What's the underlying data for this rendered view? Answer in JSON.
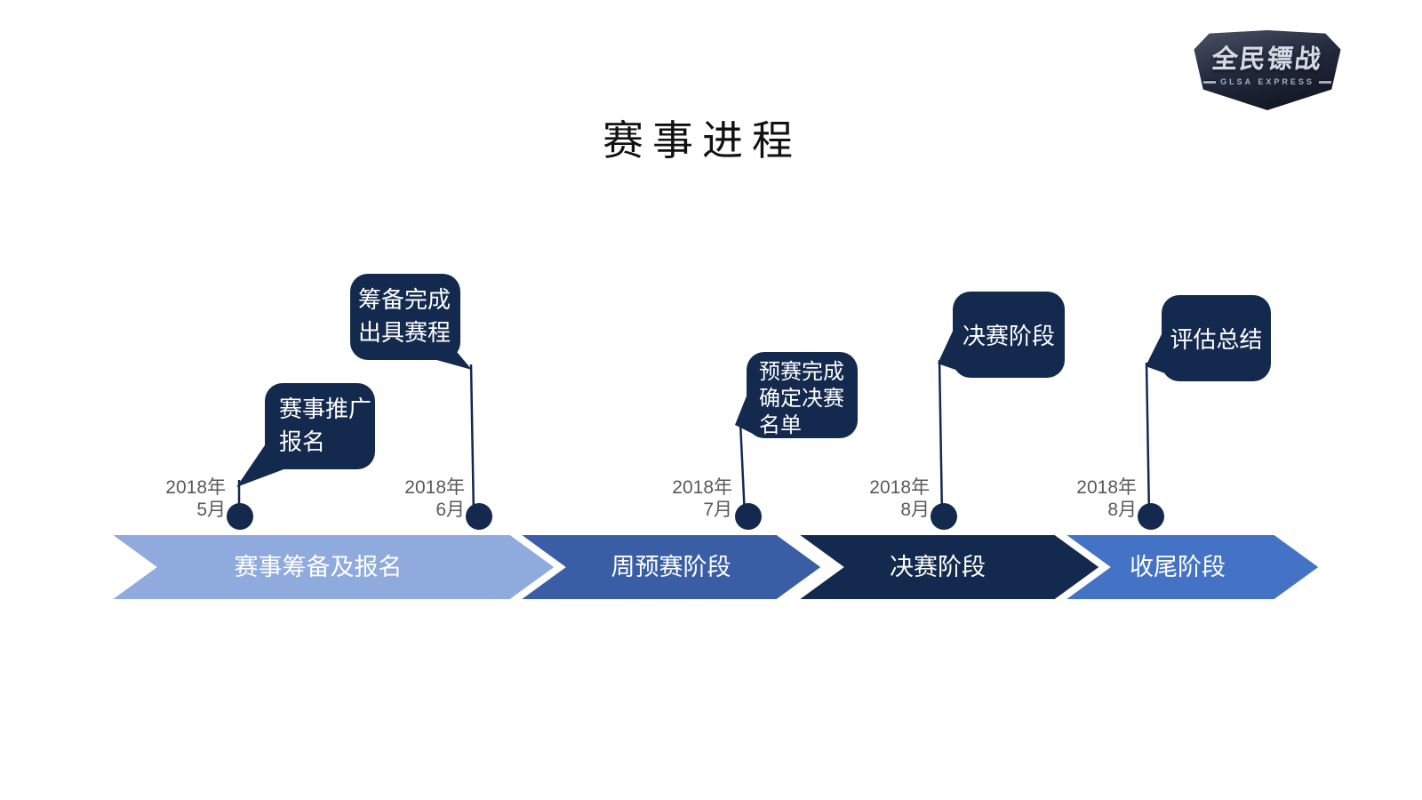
{
  "title": "赛事进程",
  "logo": {
    "main": "全民镖战",
    "sub": "GLSA EXPRESS"
  },
  "colors": {
    "callout_bg": "#14294E",
    "dot": "#14294E",
    "connector": "#14294E",
    "date_text": "#595959",
    "phase_text": "#FFFFFF",
    "title_text": "#111111"
  },
  "timeline": {
    "phases": [
      {
        "label": "赛事筹备及报名",
        "color": "#8FAADC"
      },
      {
        "label": "周预赛阶段",
        "color": "#3A5EA6"
      },
      {
        "label": "决赛阶段",
        "color": "#14294E"
      },
      {
        "label": "收尾阶段",
        "color": "#4472C4"
      }
    ],
    "milestones": [
      {
        "year": "2018年",
        "month": "5月",
        "callout_lines": [
          "赛事推广",
          "报名"
        ]
      },
      {
        "year": "2018年",
        "month": "6月",
        "callout_lines": [
          "筹备完成",
          "出具赛程"
        ]
      },
      {
        "year": "2018年",
        "month": "7月",
        "callout_lines": [
          "预赛完成",
          "确定决赛",
          "名单"
        ]
      },
      {
        "year": "2018年",
        "month": "8月",
        "callout_lines": [
          "决赛阶段"
        ]
      },
      {
        "year": "2018年",
        "month": "8月",
        "callout_lines": [
          "评估总结"
        ]
      }
    ]
  }
}
